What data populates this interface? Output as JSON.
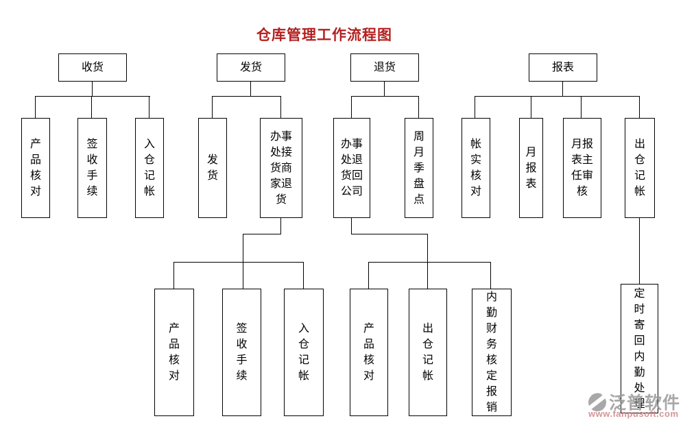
{
  "title": {
    "text": "仓库管理工作流程图"
  },
  "tree": {
    "receiving": {
      "label": "收货",
      "children": {
        "c1": "产品核对",
        "c2": "签收手续",
        "c3": "入仓　记帐"
      }
    },
    "shipping": {
      "label": "发货",
      "children": {
        "c1": "发　　货",
        "c2": "办事处接货商家退货"
      },
      "grandchildren": {
        "g1": "产品核对",
        "g2": "签收手续",
        "g3": "入仓　记帐"
      }
    },
    "returns": {
      "label": "退货",
      "children": {
        "c1": "办事处退货回公司",
        "c2": "周月季盘点"
      },
      "grandchildren": {
        "g1": "产品核对",
        "g2": "出仓　记帐",
        "g3": "内勤财务核定报销"
      }
    },
    "reports": {
      "label": "报表",
      "children": {
        "c1": "帐实核对",
        "c2": "月报表",
        "c3": "月报表主任审核",
        "c4": "出仓　记帐"
      },
      "grandchildren": {
        "g1": "定时寄回内勤处理"
      }
    }
  },
  "watermark": {
    "brand": "泛普软件",
    "url": "www.fanpusoft.com",
    "logo": "fanpu-logo-icon"
  },
  "colors": {
    "title": "#b42020",
    "line": "#000000",
    "box_border": "#000000",
    "background": "#ffffff",
    "watermark_gray": "#9a9a9a",
    "watermark_red": "#cb8383"
  }
}
